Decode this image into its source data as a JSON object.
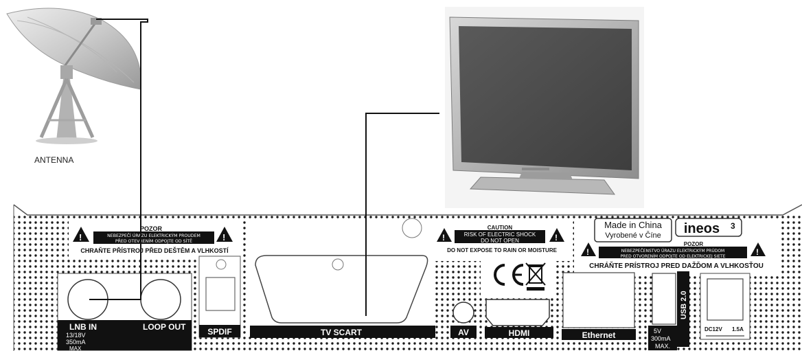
{
  "antenna": {
    "label": "ANTENNA"
  },
  "warning_left": {
    "title": "POZOR",
    "line1": "NEBEZPEČÍ ÚRAZU ELEKTRICKÝM PROUDEM",
    "line2": "PŘED OTEVŘENÍM ODPOJTE OD SÍTĚ",
    "footer": "CHRAŇTE PŘÍSTROJ PŘED DEŠTĚM A VLHKOSTÍ"
  },
  "caution": {
    "title": "CAUTION",
    "line1": "RISK OF ELECTRIC SHOCK",
    "line2": "DO NOT OPEN",
    "footer": "DO NOT EXPOSE  TO RAIN OR MOISTURE"
  },
  "made_in": {
    "line1": "Made in China",
    "line2": "Vyrobené v Číne"
  },
  "brand": {
    "name": "ineos",
    "superscript": "3"
  },
  "warning_right": {
    "title": "POZOR",
    "line1": "NEBEZPEČENSTVO ÚRAZU ELEKTRICKÝM PRÚDOM",
    "line2": "PRED OTVORENÍM ODPOJTE OD ELEKTRICKEJ SIETE",
    "footer": "CHRÁŇTE PRÍSTROJ PRED DAŽĎOM A VLHKOSŤOU"
  },
  "ports": {
    "lnb_in": "LNB IN",
    "lnb_spec1": "13/18V",
    "lnb_spec2": "350mA",
    "lnb_spec3": "MAX",
    "loop_out": "LOOP OUT",
    "spdif": "SPDIF",
    "tv_scart": "TV SCART",
    "av": "AV",
    "hdmi": "HDMI",
    "ethernet": "Ethernet",
    "usb": "USB 2.0",
    "usb_spec1": "5V",
    "usb_spec2": "300mA",
    "usb_spec3": "MAX.",
    "dc": "DC12V",
    "dc_current": "1.5A"
  },
  "colors": {
    "panel": "#ffffff",
    "dots": "#1a1a1a",
    "label_bar": "#111111",
    "label_text": "#ffffff",
    "cable": "#111111",
    "tv_frame": "#a9a9a9",
    "tv_screen": "#4a4a4a"
  }
}
